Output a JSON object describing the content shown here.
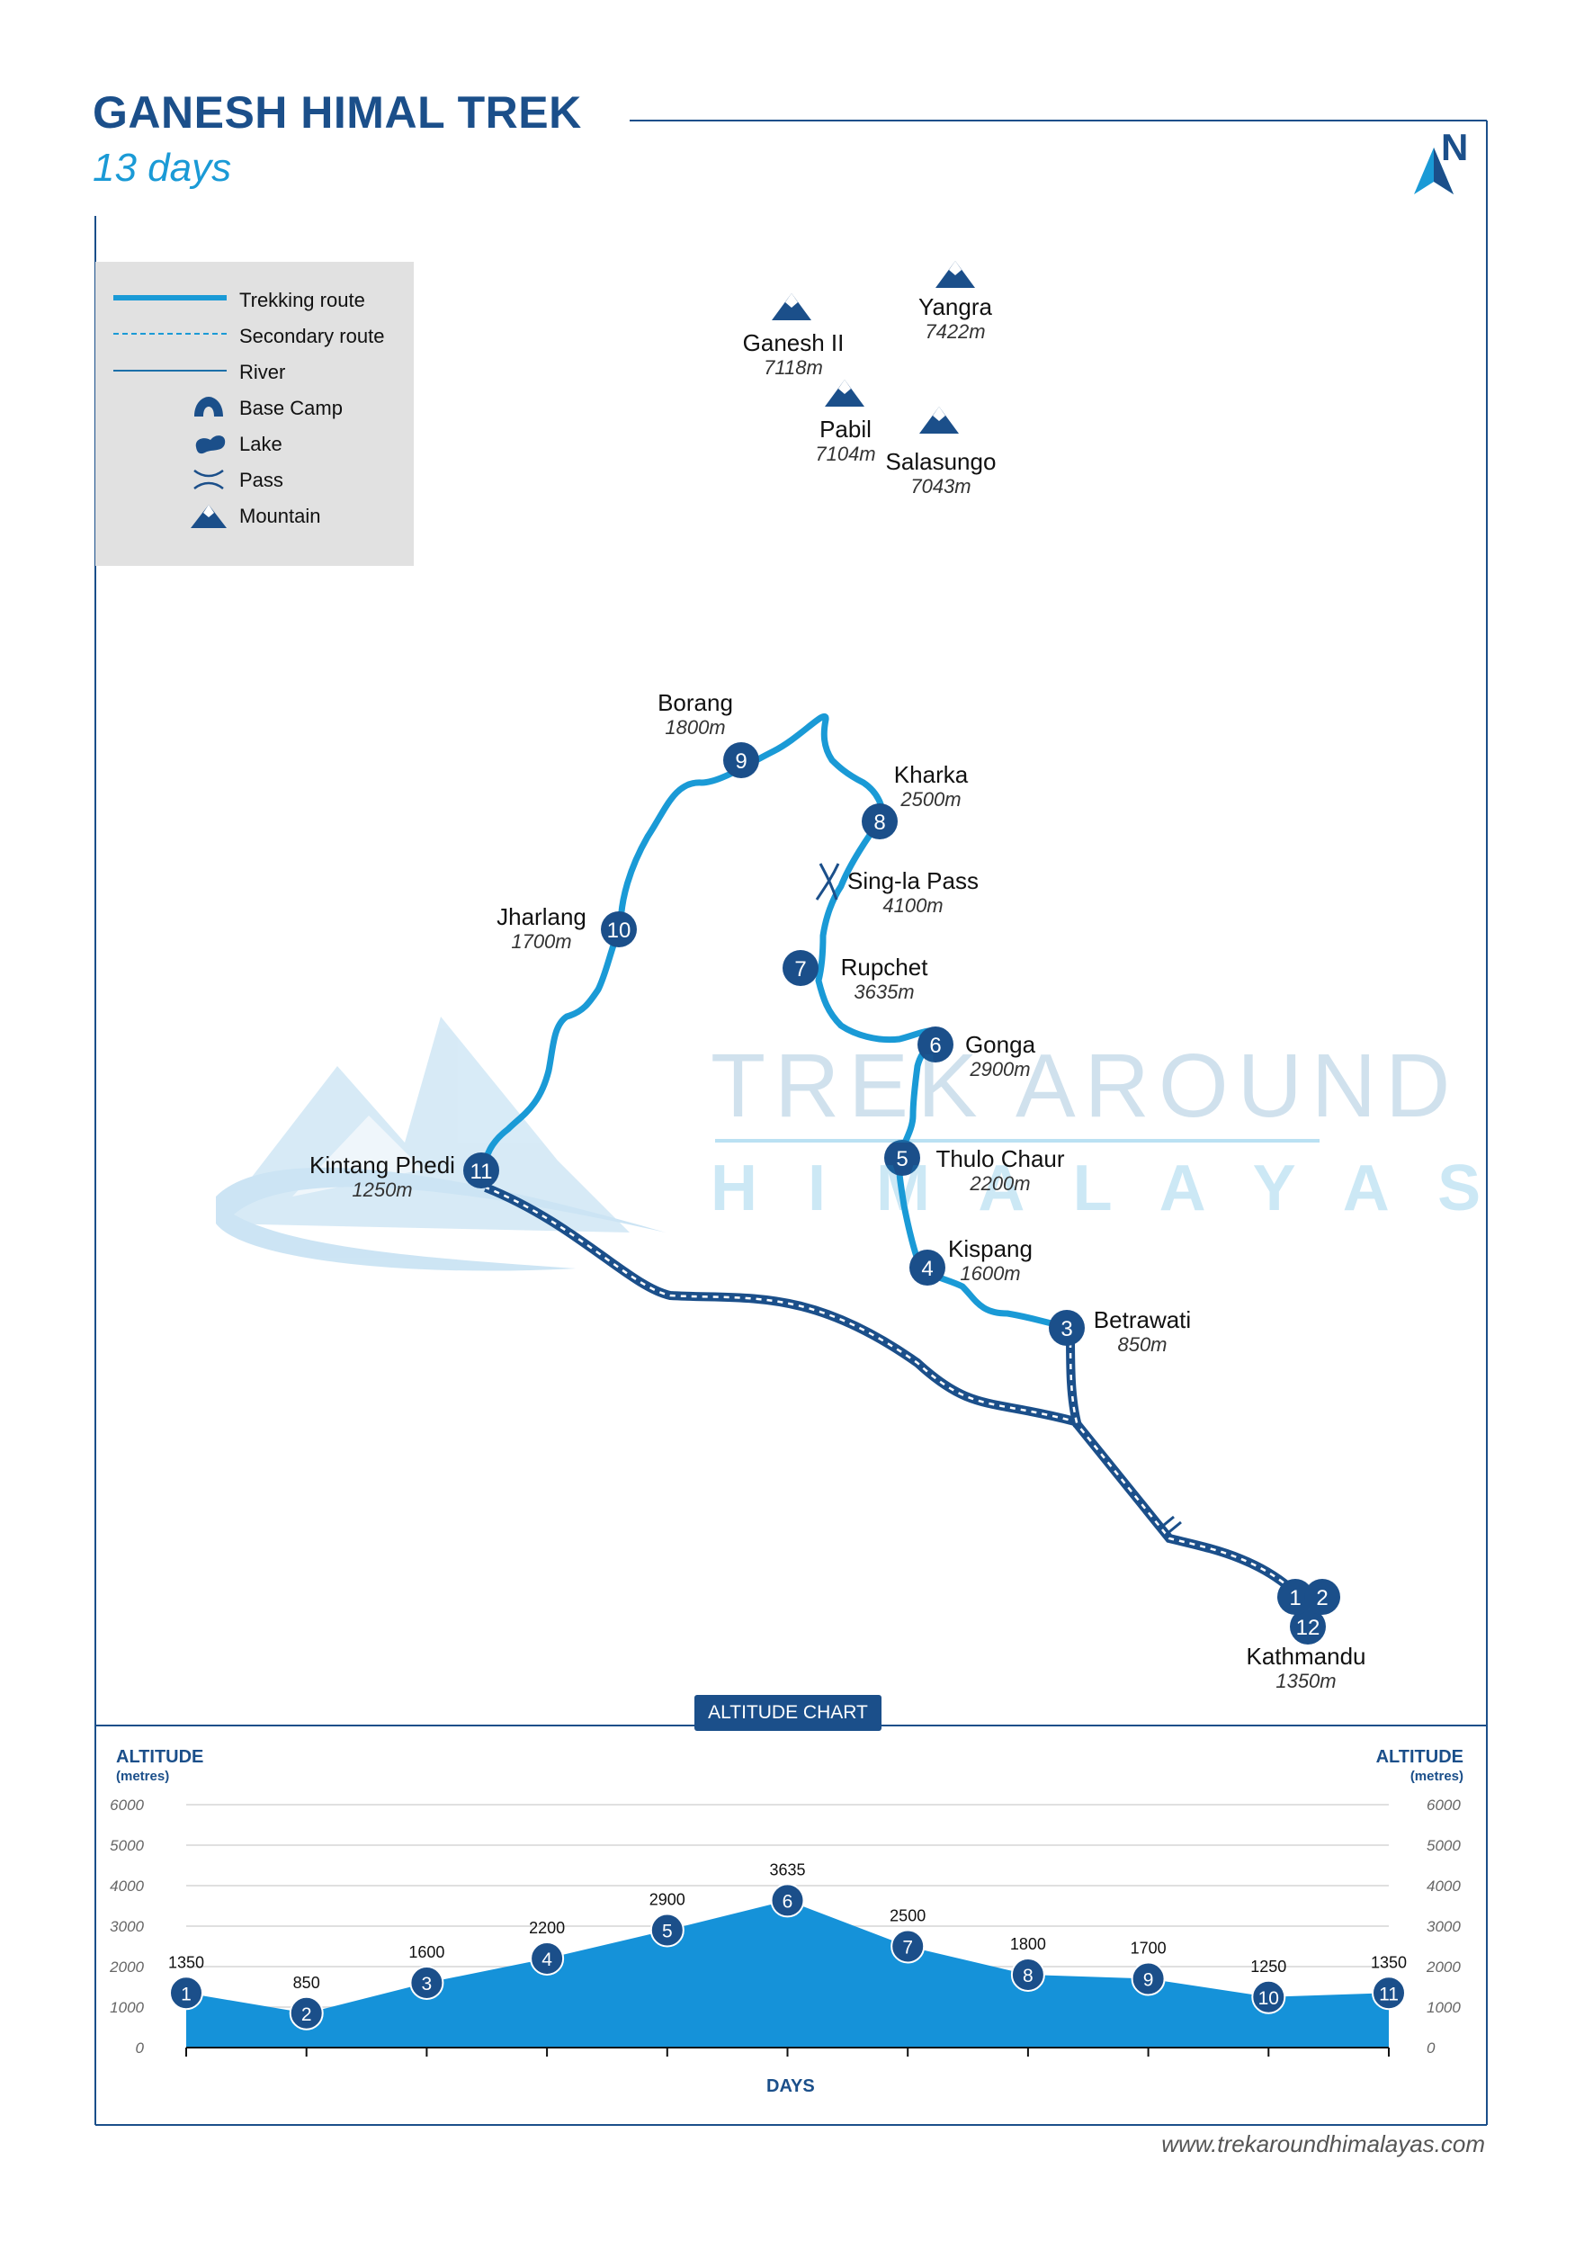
{
  "header": {
    "title": "GANESH HIMAL TREK",
    "subtitle": "13 days",
    "north_label": "N"
  },
  "legend": {
    "items": [
      {
        "label": "Trekking route",
        "icon": "trekking-route-line"
      },
      {
        "label": "Secondary route",
        "icon": "secondary-route-dashed-line"
      },
      {
        "label": "River",
        "icon": "river-line"
      },
      {
        "label": "Base Camp",
        "icon": "base-camp-icon"
      },
      {
        "label": "Lake",
        "icon": "lake-icon"
      },
      {
        "label": "Pass",
        "icon": "pass-icon"
      },
      {
        "label": "Mountain",
        "icon": "mountain-icon"
      }
    ]
  },
  "mountains": [
    {
      "name": "Yangra",
      "altitude": "7422m"
    },
    {
      "name": "Ganesh II",
      "altitude": "7118m"
    },
    {
      "name": "Pabil",
      "altitude": "7104m"
    },
    {
      "name": "Salasungo",
      "altitude": "7043m"
    }
  ],
  "stops": [
    {
      "number": "9",
      "name": "Borang",
      "altitude": "1800m"
    },
    {
      "number": "8",
      "name": "Kharka",
      "altitude": "2500m"
    },
    {
      "number": "",
      "name": "Sing-la Pass",
      "altitude": "4100m"
    },
    {
      "number": "10",
      "name": "Jharlang",
      "altitude": "1700m"
    },
    {
      "number": "7",
      "name": "Rupchet",
      "altitude": "3635m"
    },
    {
      "number": "6",
      "name": "Gonga",
      "altitude": "2900m"
    },
    {
      "number": "5",
      "name": "Thulo Chaur",
      "altitude": "2200m"
    },
    {
      "number": "11",
      "name": "Kintang Phedi",
      "altitude": "1250m"
    },
    {
      "number": "4",
      "name": "Kispang",
      "altitude": "1600m"
    },
    {
      "number": "3",
      "name": "Betrawati",
      "altitude": "850m"
    },
    {
      "number": "1 2 12",
      "name": "Kathmandu",
      "altitude": "1350m"
    }
  ],
  "markers": {
    "m1": "1",
    "m2": "2",
    "m3": "3",
    "m4": "4",
    "m5": "5",
    "m6": "6",
    "m7": "7",
    "m8": "8",
    "m9": "9",
    "m10": "10",
    "m11": "11",
    "m12": "12"
  },
  "watermark": {
    "line1": "TREK AROUND",
    "line2": "H I M A L A Y A S"
  },
  "colors": {
    "brand_dark": "#1b4f8a",
    "brand_light": "#1a9ad6",
    "route": "#1a9ad6",
    "area_fill": "#1592d9"
  },
  "altitude_chart": {
    "badge": "ALTITUDE CHART",
    "left_axis_title": "ALTITUDE",
    "left_axis_unit": "(metres)",
    "right_axis_title": "ALTITUDE",
    "right_axis_unit": "(metres)",
    "x_axis_title": "DAYS"
  },
  "chart_data": {
    "type": "area",
    "title": "ALTITUDE CHART",
    "xlabel": "DAYS",
    "ylabel": "ALTITUDE (metres)",
    "x": [
      1,
      2,
      3,
      4,
      5,
      6,
      7,
      8,
      9,
      10,
      11
    ],
    "values": [
      1350,
      850,
      1600,
      2200,
      2900,
      3635,
      2500,
      1800,
      1700,
      1250,
      1350
    ],
    "data_labels": [
      "1350",
      "850",
      "1600",
      "2200",
      "2900",
      "3635",
      "2500",
      "1800",
      "1700",
      "1250",
      "1350"
    ],
    "ylim": [
      0,
      6000
    ],
    "yticks": [
      0,
      1000,
      2000,
      3000,
      4000,
      5000,
      6000
    ],
    "grid": true,
    "color": "#1592d9"
  },
  "footer": {
    "website": "www.trekaroundhimalayas.com"
  }
}
